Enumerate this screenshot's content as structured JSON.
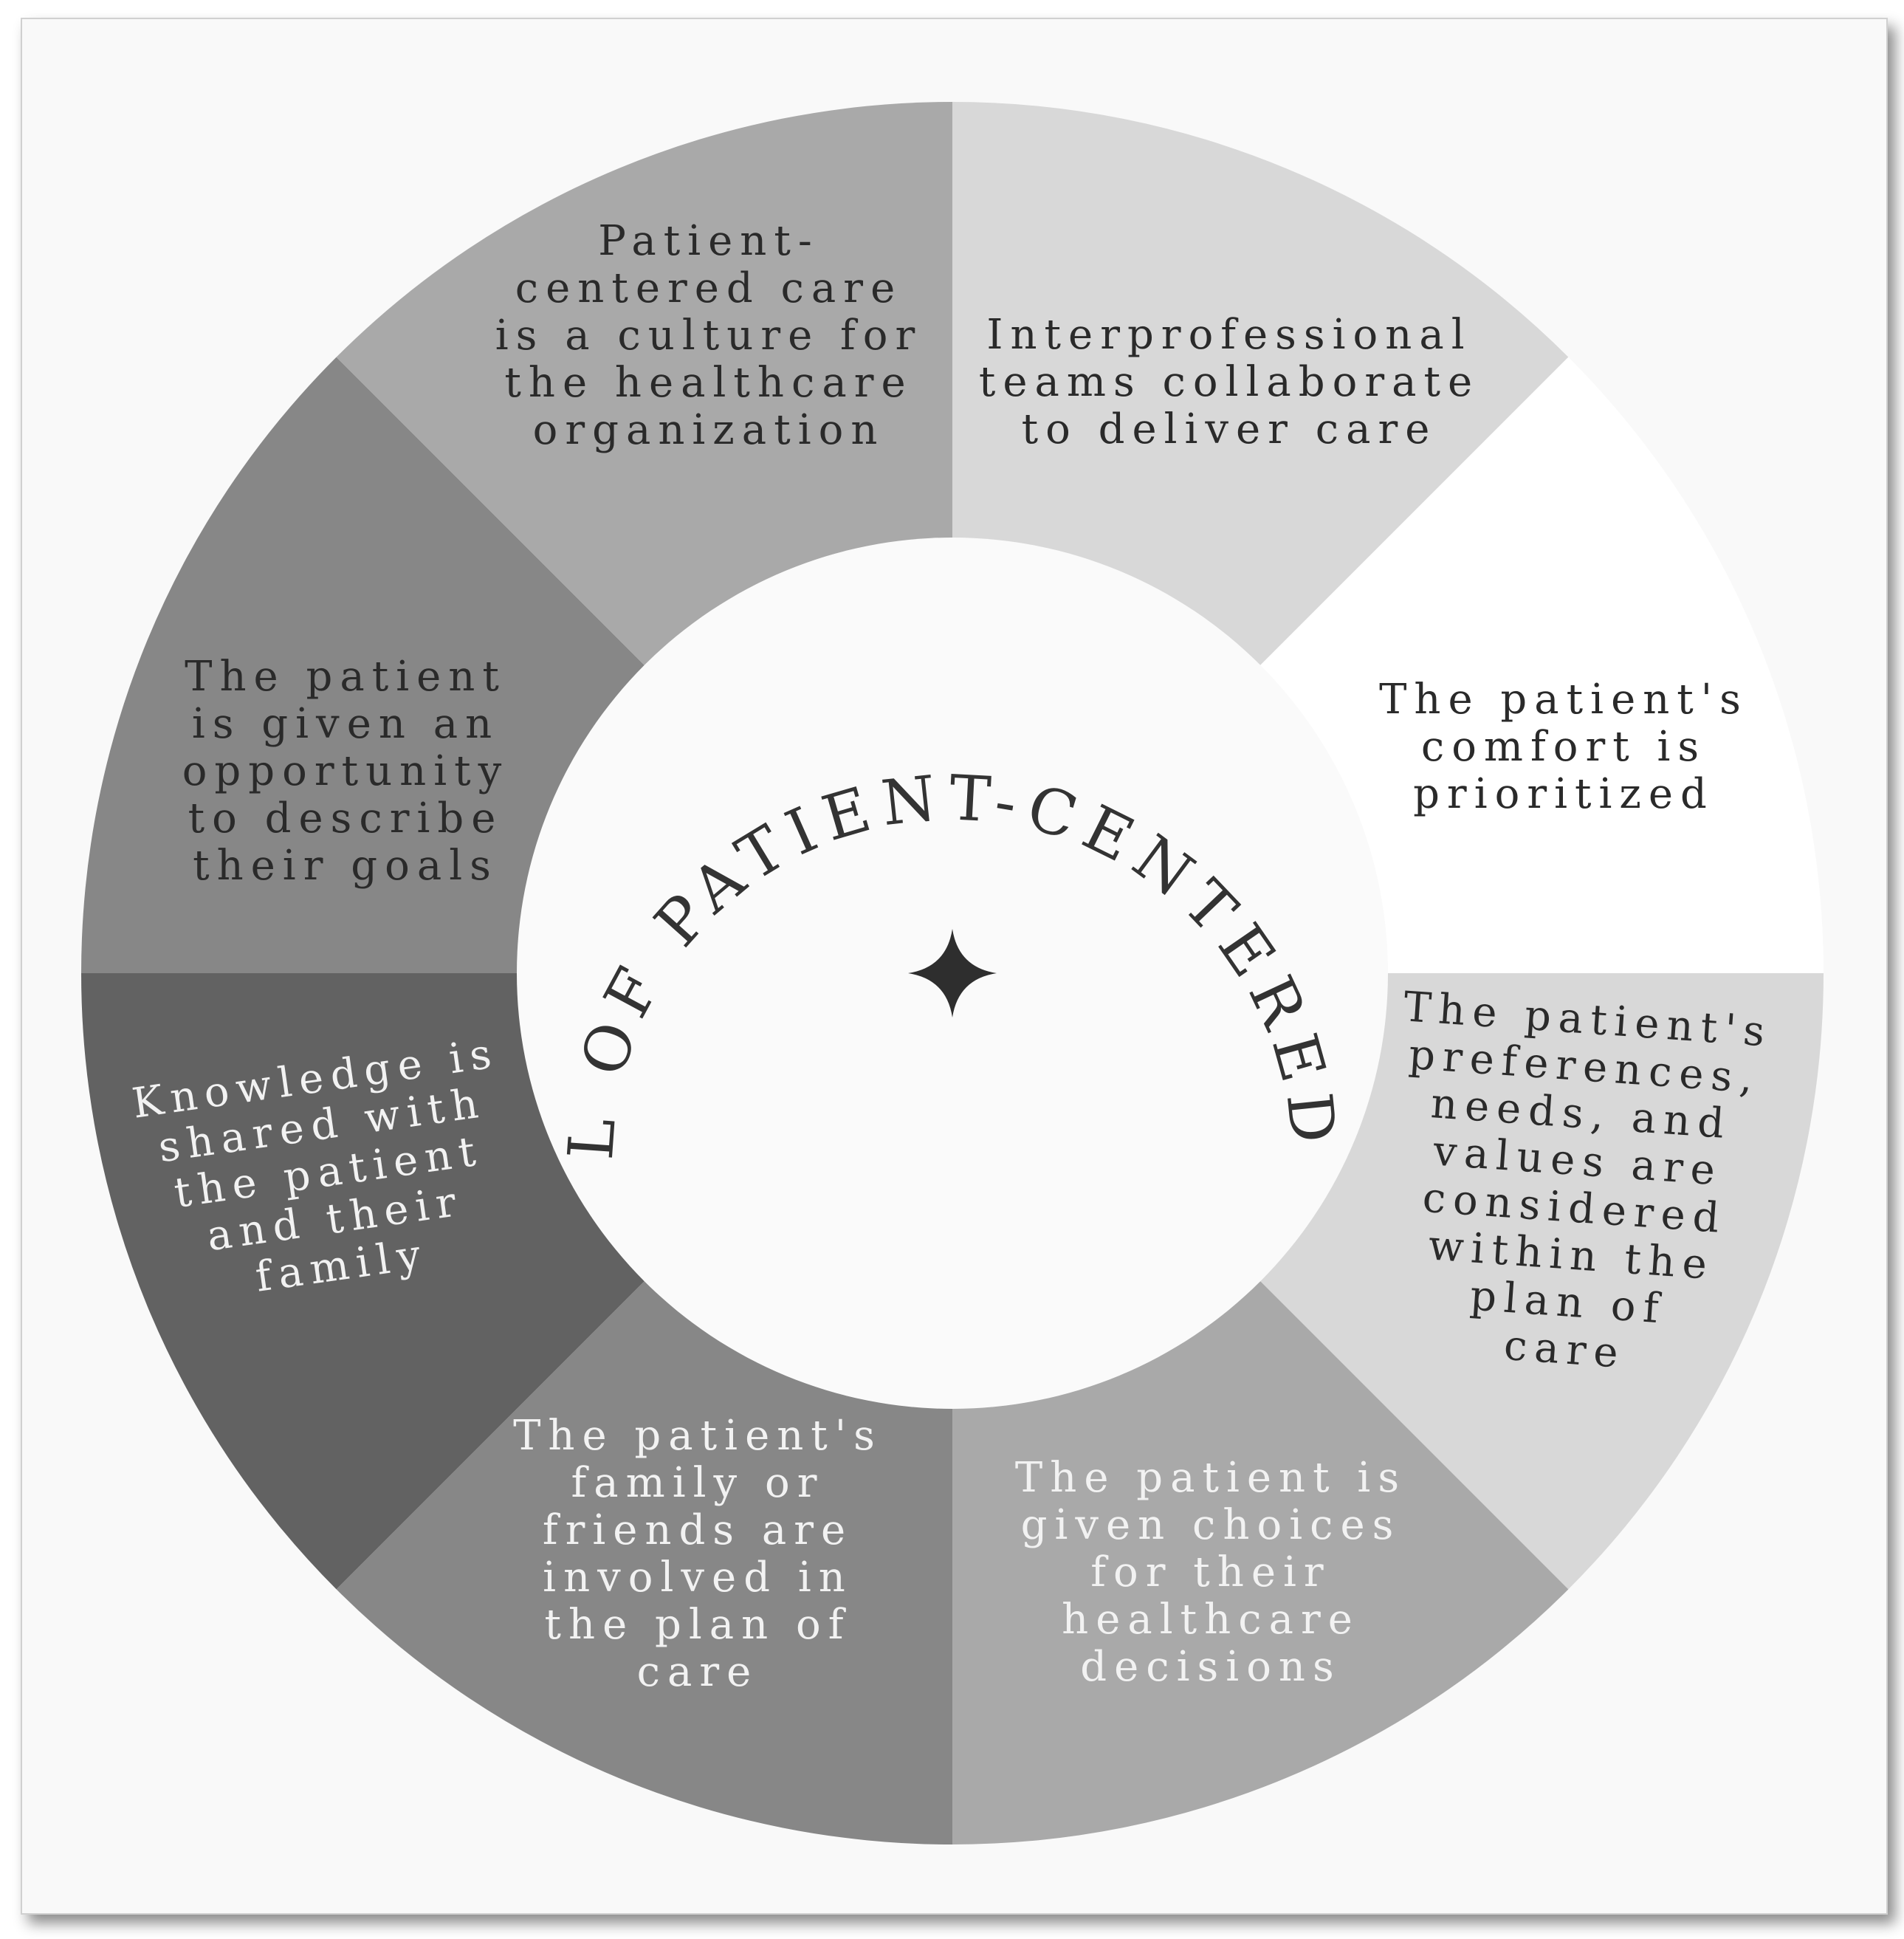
{
  "title": "WHEEL OF PATIENT-CENTERED CARE",
  "segments": [
    {
      "id": "culture",
      "lines": [
        "Patient-",
        "centered care",
        "is a culture for",
        "the healthcare",
        "organization"
      ],
      "fill": "#d8d8d8",
      "text_color": "#2a2a2a"
    },
    {
      "id": "interprofessional",
      "lines": [
        "Interprofessional",
        "teams collaborate",
        "to deliver care"
      ],
      "fill": "#ffffff",
      "text_color": "#2a2a2a"
    },
    {
      "id": "comfort",
      "lines": [
        "The patient's",
        "comfort is",
        "prioritized"
      ],
      "fill": "#d8d8d8",
      "text_color": "#2a2a2a"
    },
    {
      "id": "preferences",
      "lines": [
        "The patient's",
        "preferences,",
        "needs, and",
        "values are",
        "considered",
        "within the",
        "plan of",
        "care"
      ],
      "fill": "#a9a9a9",
      "text_color": "#2a2a2a"
    },
    {
      "id": "choices",
      "lines": [
        "The patient is",
        "given choices",
        "for their",
        "healthcare",
        "decisions"
      ],
      "fill": "#878787",
      "text_color": "#f2f2f2"
    },
    {
      "id": "family",
      "lines": [
        "The patient's",
        "family or",
        "friends are",
        "involved in",
        "the plan of",
        "care"
      ],
      "fill": "#626262",
      "text_color": "#f2f2f2"
    },
    {
      "id": "knowledge",
      "lines": [
        "Knowledge is",
        "shared with",
        "the patient",
        "and their",
        "family"
      ],
      "fill": "#878787",
      "text_color": "#f2f2f2"
    },
    {
      "id": "goals",
      "lines": [
        "The patient",
        "is given an",
        "opportunity",
        "to describe",
        "their goals"
      ],
      "fill": "#a9a9a9",
      "text_color": "#2a2a2a"
    }
  ],
  "colors": {
    "hub": "#fafafa",
    "star": "#2e2e2e",
    "title": "#333333"
  },
  "center_icon": "four-point-star-icon"
}
